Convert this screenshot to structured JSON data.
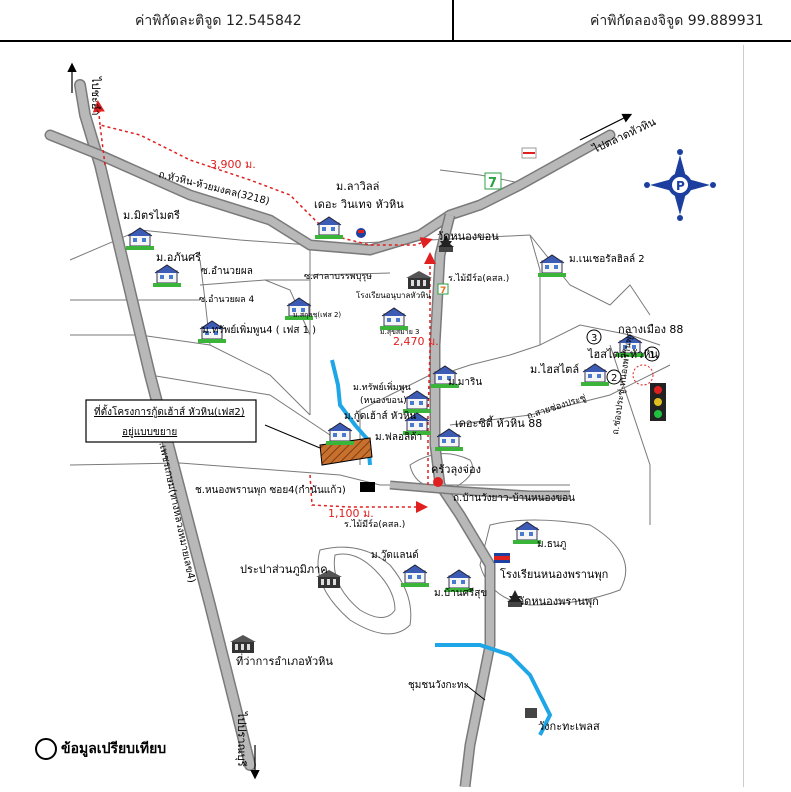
{
  "header": {
    "latitude_label": "ค่าพิกัดละติจูด 12.545842",
    "longitude_label": "ค่าพิกัดลองจิจูด 99.889931"
  },
  "map": {
    "roads": {
      "to_cha_am": "ไปชะอำ",
      "to_pranburi": "ไปปราณบุรี",
      "to_talad_hua_hin": "ไปตลาดหัวหิน",
      "hua_hin_huai_mongkol": "ถ.หัวหิน-ห้วยมงคล(3218)",
      "phetkasem": "ถ.เพชรเกษม(ทางหลวงหมายเลข4)",
      "ban_wang_yao": "ถ.บ้านวังยาว-บ้านหนองขอน",
      "nong_prannpuk_soi4": "ช.หนองพรานพุก ซอย4(กำนันแก้ว)",
      "amnuay_phon": "ซ.อำนวยผล",
      "amnuay_phon_4": "ซ.อำนวยผล 4",
      "sai_chong_pracha": "ถ.สายช่องประชู่",
      "chong_pracha_nong_phran_puk": "ถ.ช่องประชู่-หนองพรานพุก"
    },
    "distances": {
      "d1": "3,900 ม.",
      "d2": "2,470 ม.",
      "d3": "1,100 ม."
    },
    "places": {
      "mitrmaitri": "ม.มิตรไมตรี",
      "orkanjari": "ม.อภันศรี",
      "larivale": "ม.ลาวิลล่",
      "the_winter": "เดอะ วินเทจ หัวหิน",
      "sala": "ซ.ศาลาบรรพบุรุษ",
      "school": "โรงเรียนอนุบาลหัวหิน",
      "thonglek": "ม.ทรัพย์เพิ่มพูน4 ( เฟส 1 )",
      "sakul2": "ม.สกุลชุ(เฟส 2)",
      "suksamai3": "ม.สุขสมาย 3",
      "wat_nong_khon": "วัดหนองขอน",
      "mai_moo_sor": "ร.ไม้มีร์อ(คสล.)",
      "mai_moo_sor2": "ร.ไม้มีร์อ(คสล.)",
      "nature_hill": "ม.เนเชอรัลฮิลล์ 2",
      "klang_mueang": "กลางเมือง 88",
      "hi_style_hua_hin": "ไฮสไตล์ หัวหิน",
      "hi_style": "ม.ไฮสไตล์",
      "marin": "ม.มาริน",
      "the_city": "เดอะซิตี้ หัวหิน 88",
      "thongsap": "ม.ทรัพย์เพิ่มพูน",
      "nong_khon": "(หนองขอน)",
      "goodhouse": "ม.กู้ดเฮ้าส์ หัวหิน",
      "florida": "ม.ฟลอลิด้า",
      "project": "ที่ตั้งโครงการกู้ดเฮ้าส์ หัวหิน(เฟส2)",
      "project_sub": "อยู่แบบขยาย",
      "krua_lung": "ครัวลุงจ่อง",
      "the_land": "ม.วู๊ดแลนด์",
      "waterworks": "ประปาส่วนภูมิภาค",
      "bansukh": "ม.บ้านศรีสุข",
      "thanapu": "ม.ธนภู",
      "rongrean": "โรงเรียนหนองพรานพุก",
      "wat_nong_phran": "วัดหนองพรานพุก",
      "district_office": "ที่ว่าการอำเภอหัวหิน",
      "chumchon": "ชุมชนวังกะทะ",
      "wangkatha_place": "วังกะทะเพลส"
    },
    "markers": {
      "one": "1",
      "two": "2",
      "three": "3"
    }
  },
  "legend": {
    "label": "ข้อมูลเปรียบเทียบ"
  },
  "colors": {
    "road": "#a0a0a0",
    "road_outline": "#7a7a7a",
    "dotted_route": "#e02020",
    "river": "#1ea6e6",
    "project_fill": "#c8702e",
    "compass": "#1c3f9f",
    "seven_eleven": "#2aa245"
  }
}
